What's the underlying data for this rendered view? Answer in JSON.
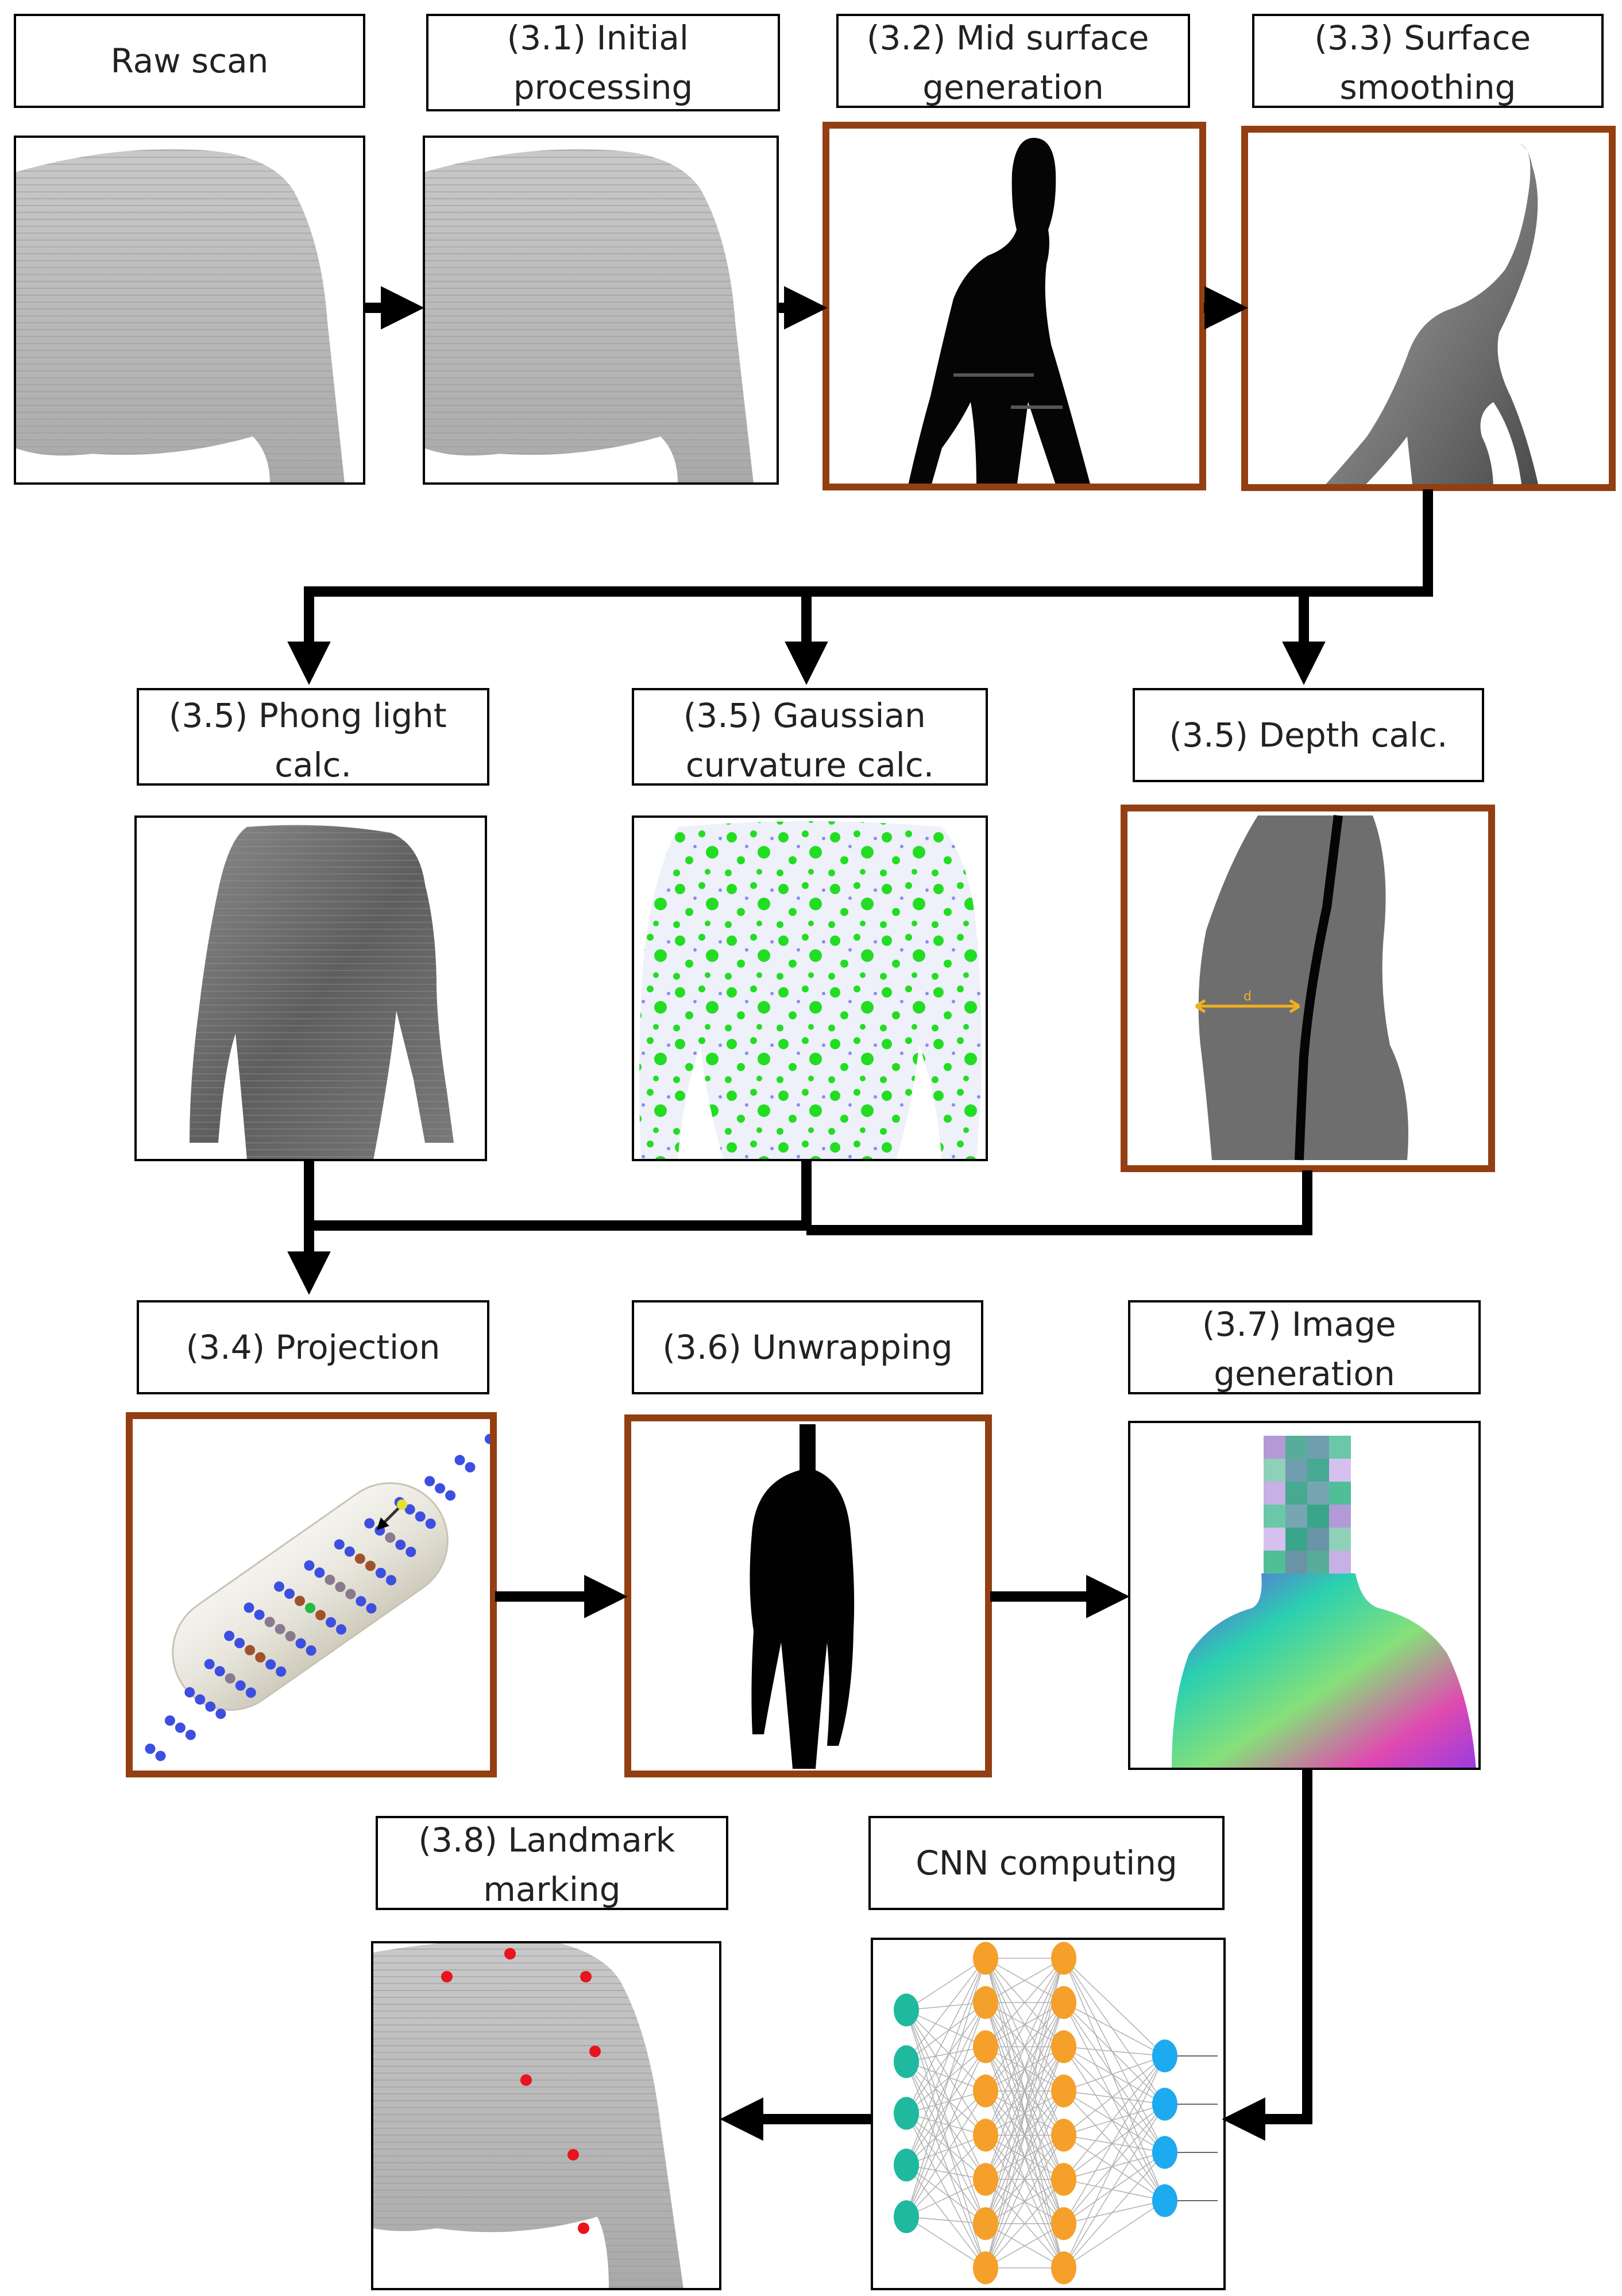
{
  "stages": {
    "raw_scan": {
      "label": [
        "Raw scan"
      ]
    },
    "initial_processing": {
      "label": [
        "(3.1) Initial",
        "processing"
      ]
    },
    "mid_surface": {
      "label": [
        "(3.2) Mid surface",
        "generation"
      ]
    },
    "surface_smoothing": {
      "label": [
        "(3.3) Surface",
        "smoothing"
      ]
    },
    "phong": {
      "label": [
        "(3.5) Phong light",
        "calc."
      ]
    },
    "gaussian": {
      "label": [
        "(3.5) Gaussian",
        "curvature calc."
      ]
    },
    "depth": {
      "label": [
        "(3.5) Depth calc."
      ]
    },
    "projection": {
      "label": [
        "(3.4) Projection"
      ]
    },
    "unwrapping": {
      "label": [
        "(3.6) Unwrapping"
      ]
    },
    "image_generation": {
      "label": [
        "(3.7) Image",
        "generation"
      ]
    },
    "landmark": {
      "label": [
        "(3.8) Landmark",
        "marking"
      ]
    },
    "cnn": {
      "label": [
        "CNN computing"
      ]
    }
  },
  "depth_annotation": "d",
  "colors": {
    "frame": "#000000",
    "highlight": "#933f11",
    "arrow": "#000000",
    "curvature_green": "#22dd22",
    "cnn_input": "#1fb9a0",
    "cnn_hidden": "#f5a02a",
    "cnn_output": "#1eaaee",
    "landmark_dot": "#e8141e",
    "depth_marker": "#f0b020"
  }
}
